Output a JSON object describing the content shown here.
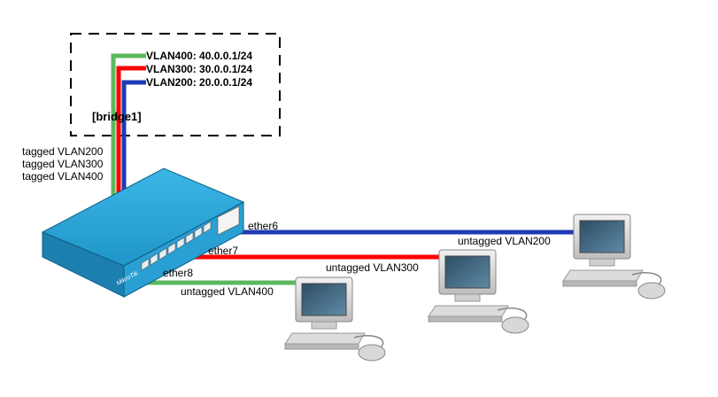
{
  "bridge": {
    "name": "[bridge1]",
    "vlans": [
      {
        "label": "VLAN400: 40.0.0.1/24",
        "color": "#5cb85c"
      },
      {
        "label": "VLAN300: 30.0.0.1/24",
        "color": "#ff0000"
      },
      {
        "label": "VLAN200: 20.0.0.1/24",
        "color": "#1f3bb3"
      }
    ]
  },
  "trunk": {
    "tagged": [
      "tagged VLAN200",
      "tagged VLAN300",
      "tagged VLAN400"
    ]
  },
  "switch": {
    "brand": "MikroTik",
    "icon": "router-icon"
  },
  "links": [
    {
      "port": "ether6",
      "access": "untagged VLAN200",
      "color": "#1f3bb3"
    },
    {
      "port": "ether7",
      "access": "untagged VLAN300",
      "color": "#ff0000"
    },
    {
      "port": "ether8",
      "access": "untagged VLAN400",
      "color": "#5cb85c"
    }
  ],
  "colors": {
    "switch_top": "#29a3d6",
    "switch_front": "#1a7fb0",
    "outline": "#000000"
  }
}
